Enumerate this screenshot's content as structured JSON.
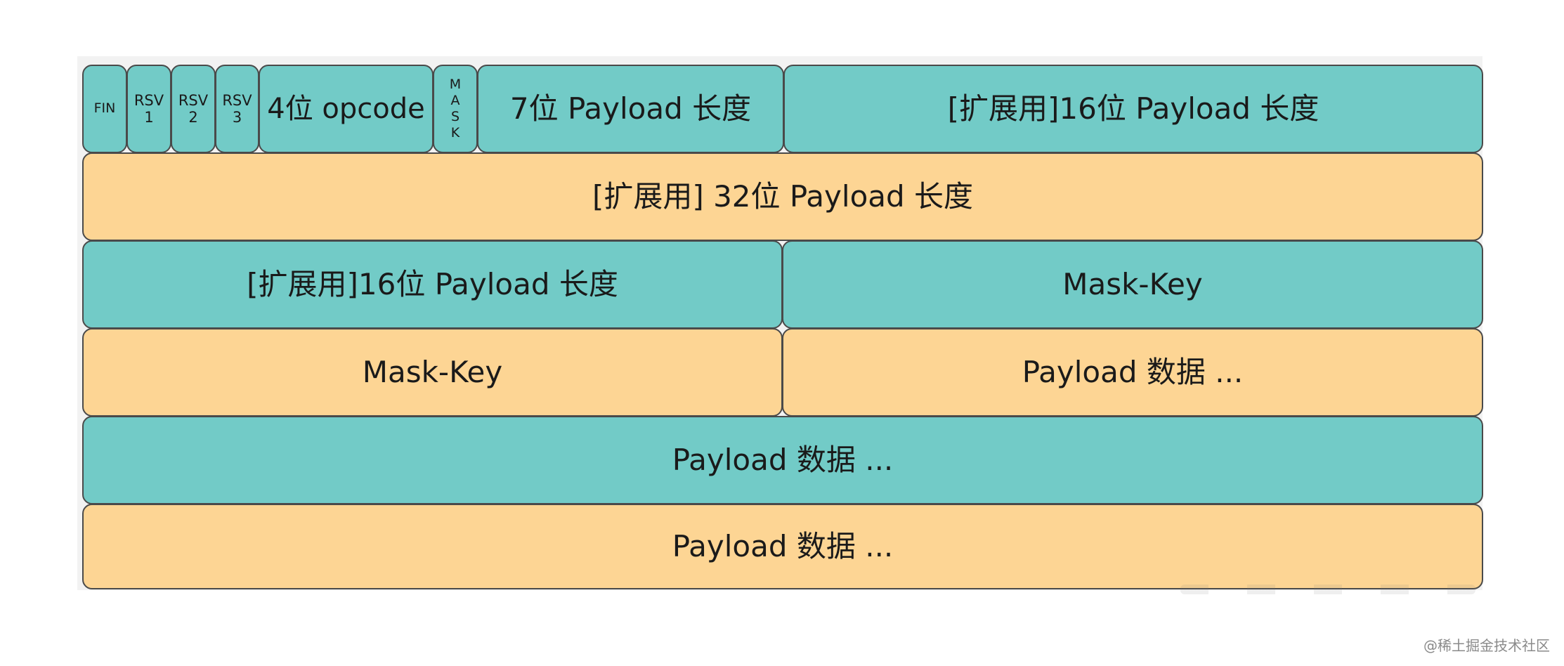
{
  "row1": {
    "fin": "FIN",
    "rsv1": {
      "top": "RSV",
      "bottom": "1"
    },
    "rsv2": {
      "top": "RSV",
      "bottom": "2"
    },
    "rsv3": {
      "top": "RSV",
      "bottom": "3"
    },
    "opcode": "4位 opcode",
    "mask_letters": [
      "M",
      "A",
      "S",
      "K"
    ],
    "payload_len_7": "7位 Payload 长度",
    "ext_payload_16": "[扩展用]16位 Payload 长度"
  },
  "row2": {
    "ext_payload_32": "[扩展用] 32位 Payload 长度"
  },
  "row3": {
    "ext_payload_16": "[扩展用]16位 Payload 长度",
    "mask_key": "Mask-Key"
  },
  "row4": {
    "mask_key": "Mask-Key",
    "payload_data": "Payload 数据 ..."
  },
  "row5": {
    "payload_data": "Payload 数据 ..."
  },
  "row6": {
    "payload_data": "Payload 数据 ..."
  },
  "watermark": "@稀土掘金技术社区",
  "colors": {
    "teal": "#72cbc7",
    "orange": "#fdd594",
    "border": "#4a4a4a"
  }
}
